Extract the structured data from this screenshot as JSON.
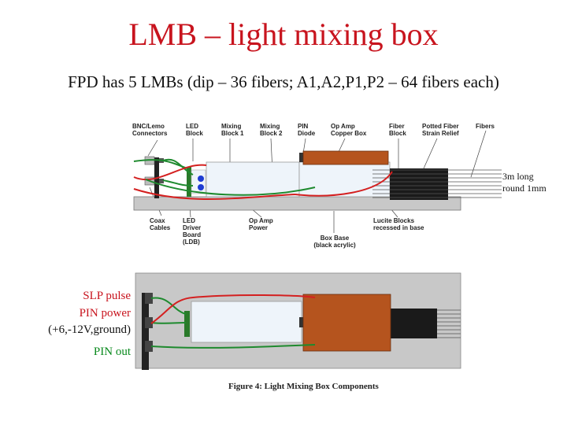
{
  "slide": {
    "title": "LMB – light mixing box",
    "subtitle": "FPD has 5 LMBs (dip – 36 fibers; A1,A2,P1,P2 – 64 fibers each)"
  },
  "diagram_top": {
    "top_labels": {
      "bnc": [
        "BNC/Lemo",
        "Connectors"
      ],
      "led_block": [
        "LED",
        "Block"
      ],
      "mixing1": [
        "Mixing",
        "Block 1"
      ],
      "mixing2": [
        "Mixing",
        "Block 2"
      ],
      "pin_diode": [
        "PIN",
        "Diode"
      ],
      "opamp_box": [
        "Op Amp",
        "Copper Box"
      ],
      "fiber_block": [
        "Fiber",
        "Block"
      ],
      "potted": [
        "Potted Fiber",
        "Strain Relief"
      ],
      "fibers": [
        "Fibers"
      ]
    },
    "bottom_labels": {
      "coax": [
        "Coax",
        "Cables"
      ],
      "ldb": [
        "LED",
        "Driver",
        "Board",
        "(LDB)"
      ],
      "opamp_power": [
        "Op Amp",
        "Power"
      ],
      "lucite": [
        "Lucite Blocks",
        "recessed in base"
      ],
      "box_base": [
        "Box Base",
        "(black acrylic)"
      ]
    },
    "right_label": [
      "3m long",
      "round 1mm"
    ]
  },
  "diagram_bottom": {
    "side_labels": [
      {
        "text": "SLP pulse",
        "color": "#c8141e"
      },
      {
        "text": "PIN power",
        "color": "#c8141e"
      },
      {
        "text": "(+6,-12V,ground)",
        "color": "#111111"
      },
      {
        "text": "PIN out",
        "color": "#0a8a1e"
      }
    ],
    "caption": "Figure 4:  Light Mixing Box Components"
  },
  "colors": {
    "title": "#c8141e",
    "copper": "#b5541e",
    "wire_red": "#d42020",
    "wire_green": "#1e8a2e",
    "led_blue": "#1e3cd2",
    "base_gray": "#c8c8c8",
    "mixing_block": "#eef4fa"
  }
}
